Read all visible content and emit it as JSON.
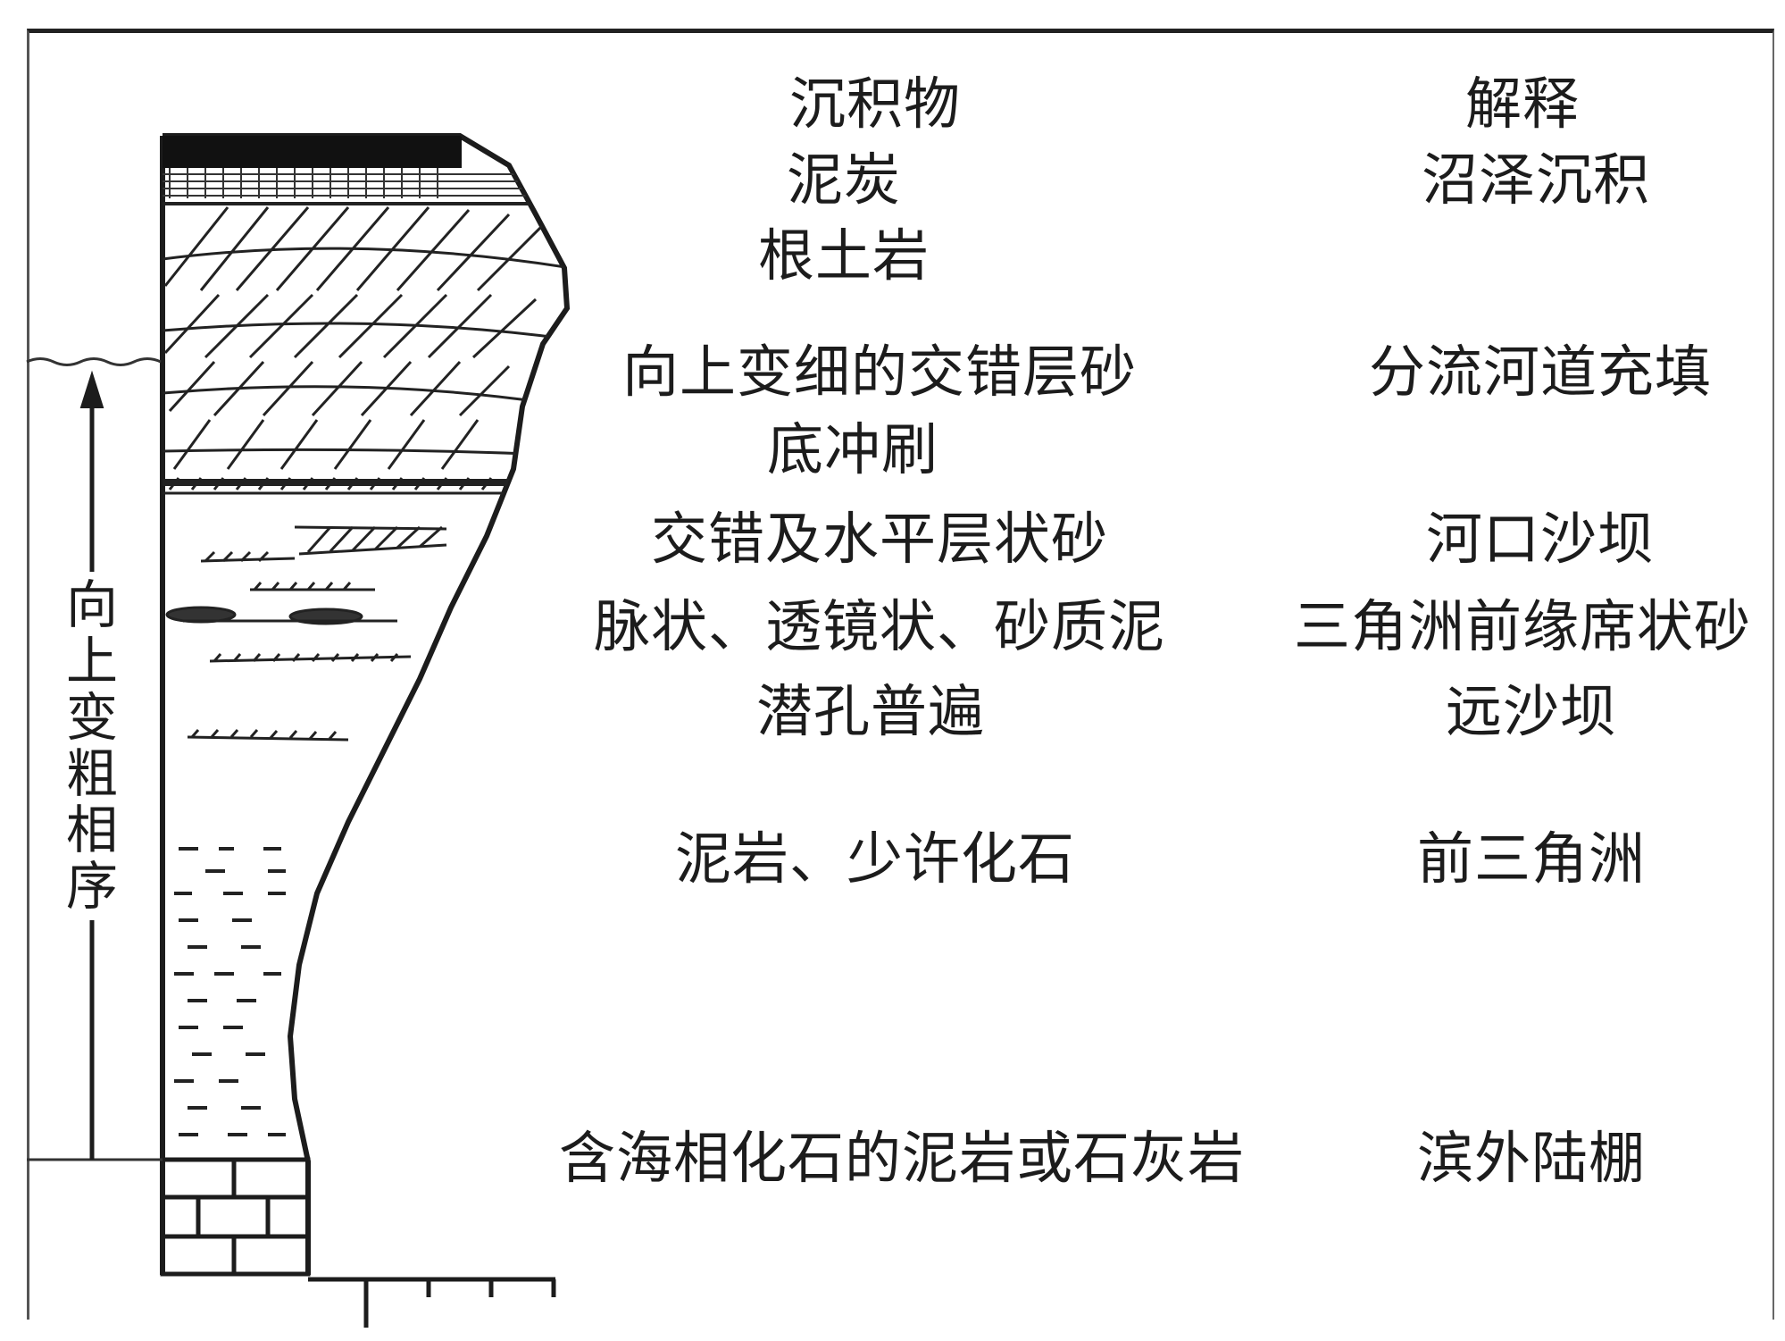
{
  "headers": {
    "sediment": "沉积物",
    "interpretation": "解释"
  },
  "rows": [
    {
      "sediment": "泥炭",
      "interpretation": "沼泽沉积"
    },
    {
      "sediment": "根土岩",
      "interpretation": ""
    },
    {
      "sediment": "向上变细的交错层砂",
      "interpretation": "分流河道充填"
    },
    {
      "sediment": "底冲刷",
      "interpretation": ""
    },
    {
      "sediment": "交错及水平层状砂",
      "interpretation": "河口沙坝"
    },
    {
      "sediment": "脉状、透镜状、砂质泥",
      "interpretation": "三角洲前缘席状砂"
    },
    {
      "sediment": "潜孔普遍",
      "interpretation": "远沙坝"
    },
    {
      "sediment": "泥岩、少许化石",
      "interpretation": "前三角洲"
    },
    {
      "sediment": "含海相化石的泥岩或石灰岩",
      "interpretation": "滨外陆棚"
    }
  ],
  "side_label": "向上变粗相序"
}
